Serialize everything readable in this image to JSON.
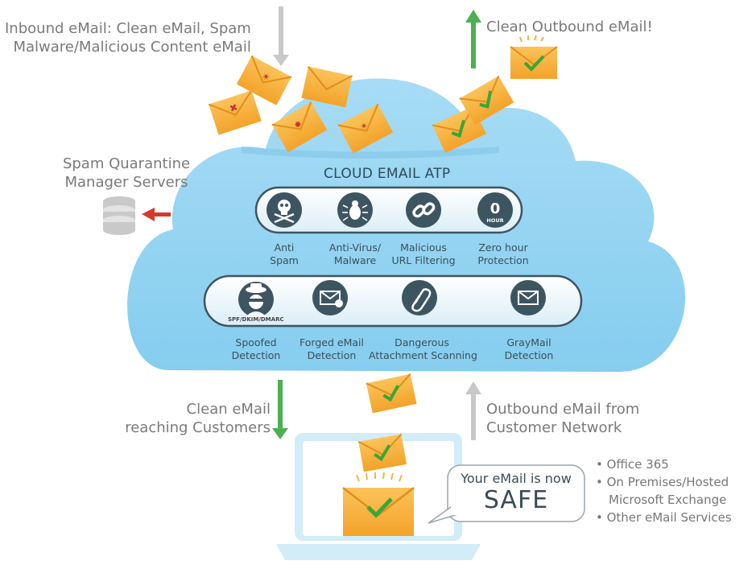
{
  "labels": {
    "inbound": [
      "Inbound eMail: Clean eMail, Spam",
      "Malware/Malicious Content eMail"
    ],
    "outbound_top": "Clean Outbound eMail!",
    "quarantine": [
      "Spam Quarantine",
      "Manager Servers"
    ],
    "clean_reaching": [
      "Clean eMail",
      "reaching Customers"
    ],
    "outbound_network": [
      "Outbound eMail from",
      "Customer Network"
    ]
  },
  "cloud_title": "CLOUD EMAIL ATP",
  "features_row1": [
    {
      "icon": "skull-crossbones-icon",
      "lines": [
        "Anti",
        "Spam"
      ]
    },
    {
      "icon": "bug-icon",
      "lines": [
        "Anti-Virus/",
        "Malware"
      ]
    },
    {
      "icon": "link-icon",
      "lines": [
        "Malicious",
        "URL Filtering"
      ]
    },
    {
      "icon": "zero-hour-icon",
      "lines": [
        "Zero hour",
        "Protection"
      ],
      "badge_num": "0",
      "badge_text": "HOUR"
    }
  ],
  "features_row2": [
    {
      "icon": "spy-icon",
      "lines": [
        "Spoofed",
        "Detection"
      ],
      "sub": "SPF/DKIM/DMARC"
    },
    {
      "icon": "forged-mail-icon",
      "lines": [
        "Forged eMail",
        "Detection"
      ]
    },
    {
      "icon": "paperclip-icon",
      "lines": [
        "Dangerous",
        "Attachment Scanning"
      ]
    },
    {
      "icon": "envelope-icon",
      "lines": [
        "GrayMail",
        "Detection"
      ]
    }
  ],
  "bubble": {
    "line1": "Your eMail is now",
    "line2": "SAFE"
  },
  "services": [
    "• Office 365",
    "• On Premises/Hosted",
    "Microsoft Exchange",
    "• Other eMail Services"
  ],
  "colors": {
    "cloud": "#8fd3f2",
    "pill_dark": "#3d5561",
    "envelope": "#f6b33a",
    "check": "#3aa639",
    "arrow_green": "#4caf50",
    "arrow_red": "#d23a2a",
    "arrow_gray": "#c8c8c8"
  }
}
